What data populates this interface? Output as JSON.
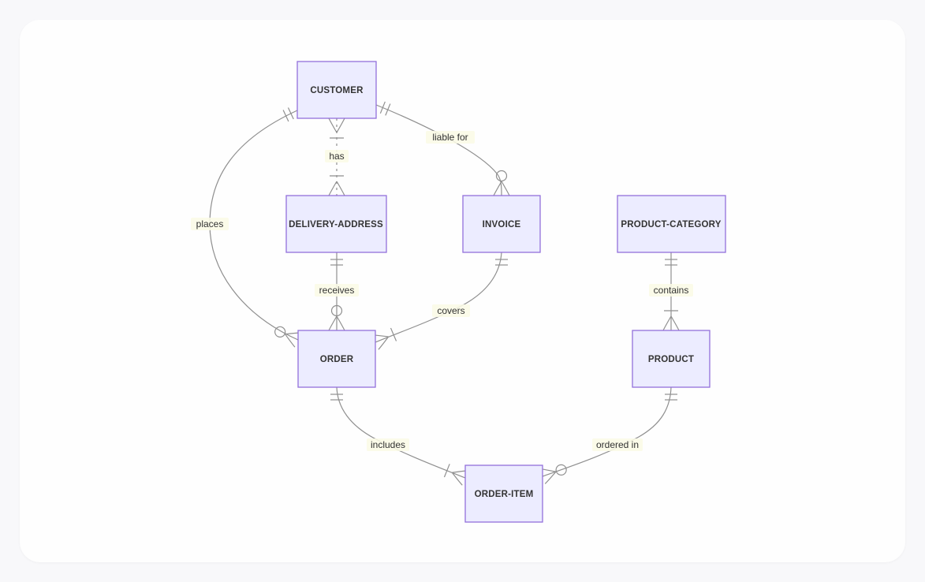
{
  "diagram": {
    "type": "entity-relationship",
    "notation": "crows-foot",
    "entities": [
      {
        "id": "customer",
        "label": "CUSTOMER"
      },
      {
        "id": "delivery-address",
        "label": "DELIVERY-ADDRESS"
      },
      {
        "id": "invoice",
        "label": "INVOICE"
      },
      {
        "id": "product-category",
        "label": "PRODUCT-CATEGORY"
      },
      {
        "id": "order",
        "label": "ORDER"
      },
      {
        "id": "product",
        "label": "PRODUCT"
      },
      {
        "id": "order-item",
        "label": "ORDER-ITEM"
      }
    ],
    "relationships": [
      {
        "from": "CUSTOMER",
        "to": "DELIVERY-ADDRESS",
        "label": "has",
        "from_cardinality": "one-or-many",
        "to_cardinality": "one-or-many",
        "line": "dashed"
      },
      {
        "from": "CUSTOMER",
        "to": "ORDER",
        "label": "places",
        "from_cardinality": "exactly-one",
        "to_cardinality": "zero-or-many",
        "line": "solid"
      },
      {
        "from": "CUSTOMER",
        "to": "INVOICE",
        "label": "liable for",
        "from_cardinality": "exactly-one",
        "to_cardinality": "zero-or-many",
        "line": "solid"
      },
      {
        "from": "DELIVERY-ADDRESS",
        "to": "ORDER",
        "label": "receives",
        "from_cardinality": "exactly-one",
        "to_cardinality": "zero-or-many",
        "line": "solid"
      },
      {
        "from": "INVOICE",
        "to": "ORDER",
        "label": "covers",
        "from_cardinality": "exactly-one",
        "to_cardinality": "one-or-many",
        "line": "solid"
      },
      {
        "from": "PRODUCT-CATEGORY",
        "to": "PRODUCT",
        "label": "contains",
        "from_cardinality": "exactly-one",
        "to_cardinality": "one-or-many",
        "line": "solid"
      },
      {
        "from": "ORDER",
        "to": "ORDER-ITEM",
        "label": "includes",
        "from_cardinality": "exactly-one",
        "to_cardinality": "one-or-many",
        "line": "solid"
      },
      {
        "from": "PRODUCT",
        "to": "ORDER-ITEM",
        "label": "ordered in",
        "from_cardinality": "exactly-one",
        "to_cardinality": "zero-or-many",
        "line": "solid"
      }
    ],
    "colors": {
      "canvas_background": "#f8f8fa",
      "card_background": "#fefefe",
      "entity_fill": "#ECECFF",
      "entity_border": "#9370DB",
      "relationship_line": "#8f8f8f",
      "edge_label_background": "#fafae6",
      "text": "#333333"
    }
  }
}
